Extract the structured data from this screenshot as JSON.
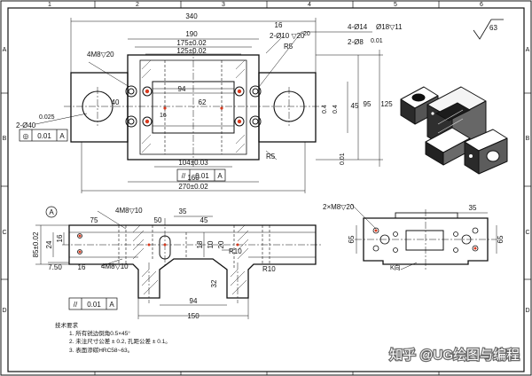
{
  "border": {
    "columns": [
      "1",
      "2",
      "3",
      "4",
      "5",
      "6"
    ],
    "rows": [
      "A",
      "B",
      "C",
      "D"
    ]
  },
  "top_view": {
    "dims": {
      "overall": "340",
      "w190": "190",
      "w175": "175±0.02",
      "w125": "125±0.02",
      "w94": "94",
      "w104": "104±0.03",
      "w160": "160",
      "w270": "270±0.02",
      "h95": "95",
      "h125": "125",
      "h40": "40",
      "h62": "62",
      "h45": "45",
      "h16": "16",
      "r5a": "R5",
      "r5b": "R5",
      "thread": "4M8▽20",
      "hole_a": "4-Ø14",
      "hole_b": "Ø18▽11",
      "hole_c": "2-Ø10 ▽20",
      "hole_d": "2-Ø8",
      "hole_e": "2-Ø40",
      "tol_e": "0.025",
      "tol_d": "0.01",
      "v1": "0.01",
      "v2": "0.4",
      "v3": "0.4",
      "v4": "20",
      "v5": "16"
    },
    "frames": {
      "left_sym": "◎",
      "left_val": "0.01",
      "left_ref": "A",
      "bottom_sym": "//",
      "bottom_val": "0.01",
      "bottom_ref": "A"
    }
  },
  "roughness": {
    "value": "63"
  },
  "front_view": {
    "datum": "A",
    "dims": {
      "d35": "35",
      "d50": "50",
      "d45": "45",
      "d75": "75",
      "d94": "94",
      "d150": "150",
      "d85": "85±0.02",
      "d24": "24",
      "d16a": "16",
      "d16b": "16",
      "d750": "7.50",
      "d18": "18",
      "d10": "10",
      "d32": "32",
      "d20": "20",
      "r10a": "R10",
      "r10b": "R10",
      "thread1": "4M8▽10",
      "thread2": "4M8▽10"
    },
    "frame": {
      "sym": "//",
      "val": "0.01",
      "ref": "A"
    }
  },
  "side_view": {
    "dims": {
      "d35": "35",
      "d65a": "65",
      "d65b": "65",
      "thread": "2×M8▽20",
      "kzz": "K向"
    }
  },
  "notes": {
    "title": "技术要求",
    "lines": [
      "1. 所有锐边倒角0.5×45°",
      "2. 未注尺寸公差  ± 0.2, 孔距公差  ± 0.1。",
      "3. 表面渗碳HRC58~63。"
    ]
  },
  "watermark": "知乎 @UG绘图与编程"
}
